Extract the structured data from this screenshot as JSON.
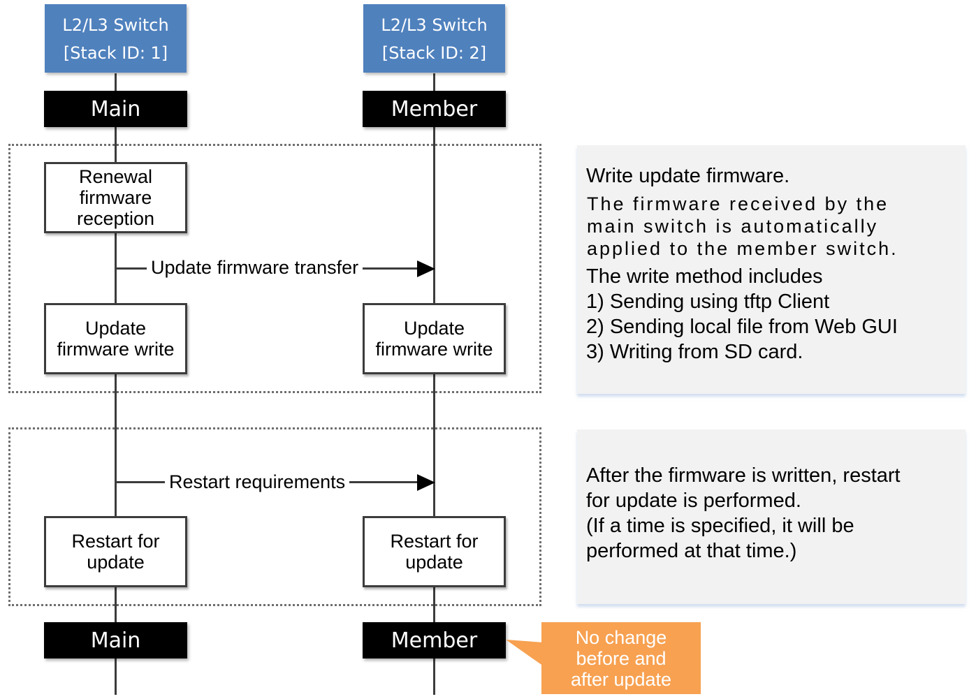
{
  "nodes": {
    "left": {
      "header_line1": "L2/L3 Switch",
      "header_line2": "[Stack ID: 1]",
      "role_top": "Main",
      "role_bottom": "Main"
    },
    "right": {
      "header_line1": "L2/L3 Switch",
      "header_line2": "[Stack ID: 2]",
      "role_top": "Member",
      "role_bottom": "Member"
    }
  },
  "section1": {
    "reception_box": [
      "Renewal",
      "firmware",
      "reception"
    ],
    "transfer_label": "Update firmware transfer",
    "write_main": [
      "Update",
      "firmware write"
    ],
    "write_member": [
      "Update",
      "firmware write"
    ],
    "note": {
      "line1": "Write update firmware.",
      "desc_lines": [
        "The firmware received by the",
        "main switch is automatically",
        "applied to the member switch."
      ],
      "method_lines": [
        "The write method includes",
        "1) Sending using tftp Client",
        "2) Sending local file from Web GUI",
        "3) Writing from SD card."
      ]
    }
  },
  "section2": {
    "restart_label": "Restart requirements",
    "restart_main": [
      "Restart for",
      "update"
    ],
    "restart_member": [
      "Restart for",
      "update"
    ],
    "note": {
      "lines": [
        "After the firmware is written, restart",
        "for update is performed.",
        "(If a time is specified, it will be",
        "performed at that time.)"
      ]
    }
  },
  "callout": {
    "lines": [
      "No change",
      "before and",
      "after update"
    ]
  },
  "colors": {
    "header_blue": "#4f81bd",
    "role_black": "#000000",
    "note_gray": "#f2f2f2",
    "callout_orange": "#f7a151"
  }
}
